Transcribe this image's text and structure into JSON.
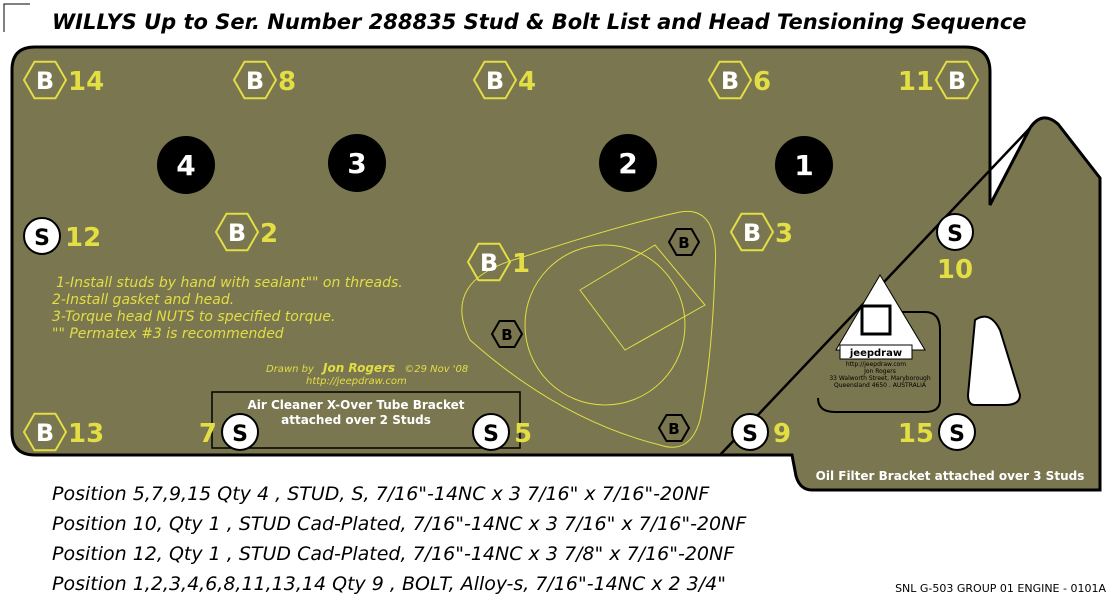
{
  "title": "WILLYS Up to Ser. Number 288835 Stud & Bolt List and Head Tensioning Sequence",
  "colors": {
    "plate": "#7a7650",
    "accent": "#e2de44",
    "outline": "#000000"
  },
  "fasteners": [
    {
      "type": "B",
      "number": "14",
      "side": "right"
    },
    {
      "type": "B",
      "number": "8",
      "side": "right"
    },
    {
      "type": "B",
      "number": "4",
      "side": "right"
    },
    {
      "type": "B",
      "number": "6",
      "side": "right"
    },
    {
      "type": "B",
      "number": "11",
      "side": "left"
    },
    {
      "type": "S",
      "number": "12",
      "side": "right"
    },
    {
      "type": "B",
      "number": "2",
      "side": "right"
    },
    {
      "type": "B",
      "number": "3",
      "side": "right"
    },
    {
      "type": "S",
      "number": "10",
      "side": "below"
    },
    {
      "type": "B",
      "number": "1",
      "side": "right"
    },
    {
      "type": "B",
      "number": "13",
      "side": "right"
    },
    {
      "type": "S",
      "number": "7",
      "side": "left"
    },
    {
      "type": "S",
      "number": "5",
      "side": "right"
    },
    {
      "type": "S",
      "number": "9",
      "side": "right"
    },
    {
      "type": "S",
      "number": "15",
      "side": "left"
    }
  ],
  "sequence": [
    "4",
    "3",
    "2",
    "1"
  ],
  "small_bolts": [
    "B",
    "B",
    "B"
  ],
  "notes": [
    "1-Install studs by hand with sealant\"\" on threads.",
    "2-Install gasket and head.",
    "3-Torque head NUTS to specified torque.",
    "\"\" Permatex #3 is recommended"
  ],
  "credit": {
    "prefix": "Drawn by",
    "author": "Jon Rogers",
    "date": "©29 Nov '08",
    "url": "http://jeepdraw.com"
  },
  "air_cleaner_box": [
    "Air Cleaner X-Over Tube Bracket",
    "attached over 2 Studs"
  ],
  "oil_filter_label": "Oil Filter Bracket attached over 3 Studs",
  "logo": {
    "name": "jeepdraw",
    "lines": [
      "http://jeepdraw.com",
      "Jon Rogers",
      "33 Walworth Street, Maryborough",
      "Queensland 4650 . AUSTRALIA"
    ]
  },
  "specs": [
    "Position 5,7,9,15 Qty 4 , STUD, S, 7/16\"-14NC x 3 7/16\" x 7/16\"-20NF",
    "Position 10, Qty 1 , STUD Cad-Plated, 7/16\"-14NC x 3 7/16\" x 7/16\"-20NF",
    "Position 12, Qty 1 , STUD Cad-Plated, 7/16\"-14NC x 3 7/8\" x 7/16\"-20NF",
    "Position 1,2,3,4,6,8,11,13,14 Qty 9 , BOLT, Alloy-s, 7/16\"-14NC x 2 3/4\""
  ],
  "footer": "SNL G-503   GROUP 01 ENGINE - 0101A"
}
